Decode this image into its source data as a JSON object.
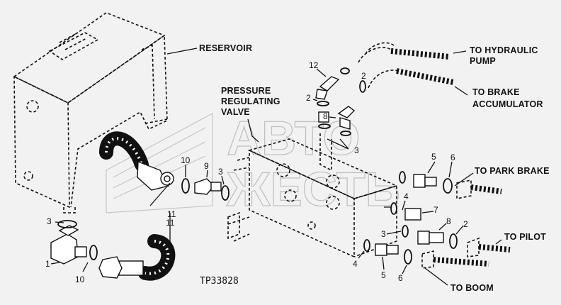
{
  "watermark": {
    "line1": "АВТО",
    "line2": "ЖЕСТЬ"
  },
  "drawing_code": "TP33828",
  "labels": {
    "reservoir": "RESERVOIR",
    "prv1": "PRESSURE",
    "prv2": "REGULATING",
    "prv3": "VALVE",
    "hyd1": "TO HYDRAULIC",
    "hyd2": "PUMP",
    "brk1": "TO BRAKE",
    "brk2": "ACCUMULATOR",
    "park": "TO PARK BRAKE",
    "pilot": "TO PILOT",
    "boom": "TO BOOM"
  },
  "callouts": {
    "c1": "1",
    "c2a": "2",
    "c2b": "2",
    "c2c": "2",
    "c3a": "3",
    "c3b": "3",
    "c3c": "3",
    "c3d": "3",
    "c4a": "4",
    "c4b": "4",
    "c5a": "5",
    "c5b": "5",
    "c6a": "6",
    "c6b": "6",
    "c7": "7",
    "c8a": "8",
    "c8b": "8",
    "c9": "9",
    "c10a": "10",
    "c10b": "10",
    "c11a": "11",
    "c11b": "11",
    "c12": "12"
  }
}
